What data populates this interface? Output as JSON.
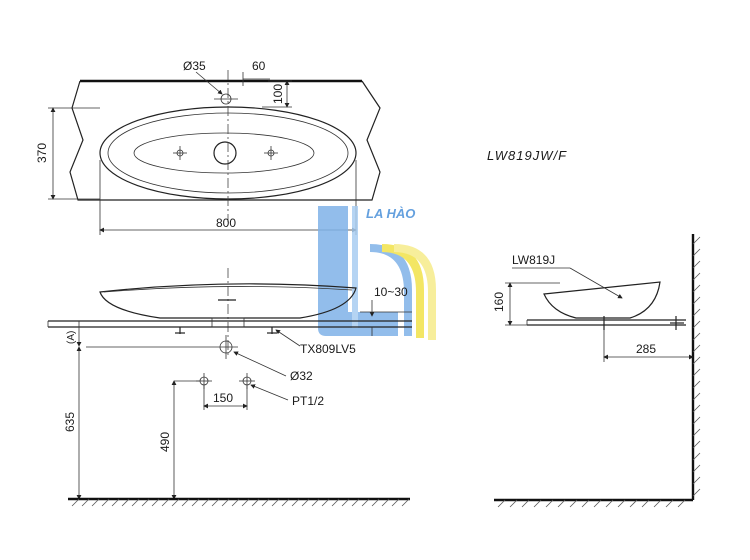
{
  "drawing": {
    "model_code": "LW819JW/F",
    "side_model_code": "LW819J",
    "watermark_text": "LA HÀO",
    "colors": {
      "line": "#222222",
      "watermark_blue": "#7fb2e8",
      "watermark_yellow": "#f2e24a"
    },
    "dimensions": {
      "tap_hole_dia": "Ø35",
      "tap_offset": "60",
      "tap_depth": "100",
      "depth": "370",
      "width": "800",
      "counter_gap": "10~30",
      "waste_model": "TX809LV5",
      "drain_dia": "Ø32",
      "supply_spacing": "150",
      "supply_thread": "PT1/2",
      "counter_height": "635",
      "supply_height": "490",
      "basin_height": "160",
      "wall_distance": "285",
      "ref_mark": "(A)"
    }
  }
}
